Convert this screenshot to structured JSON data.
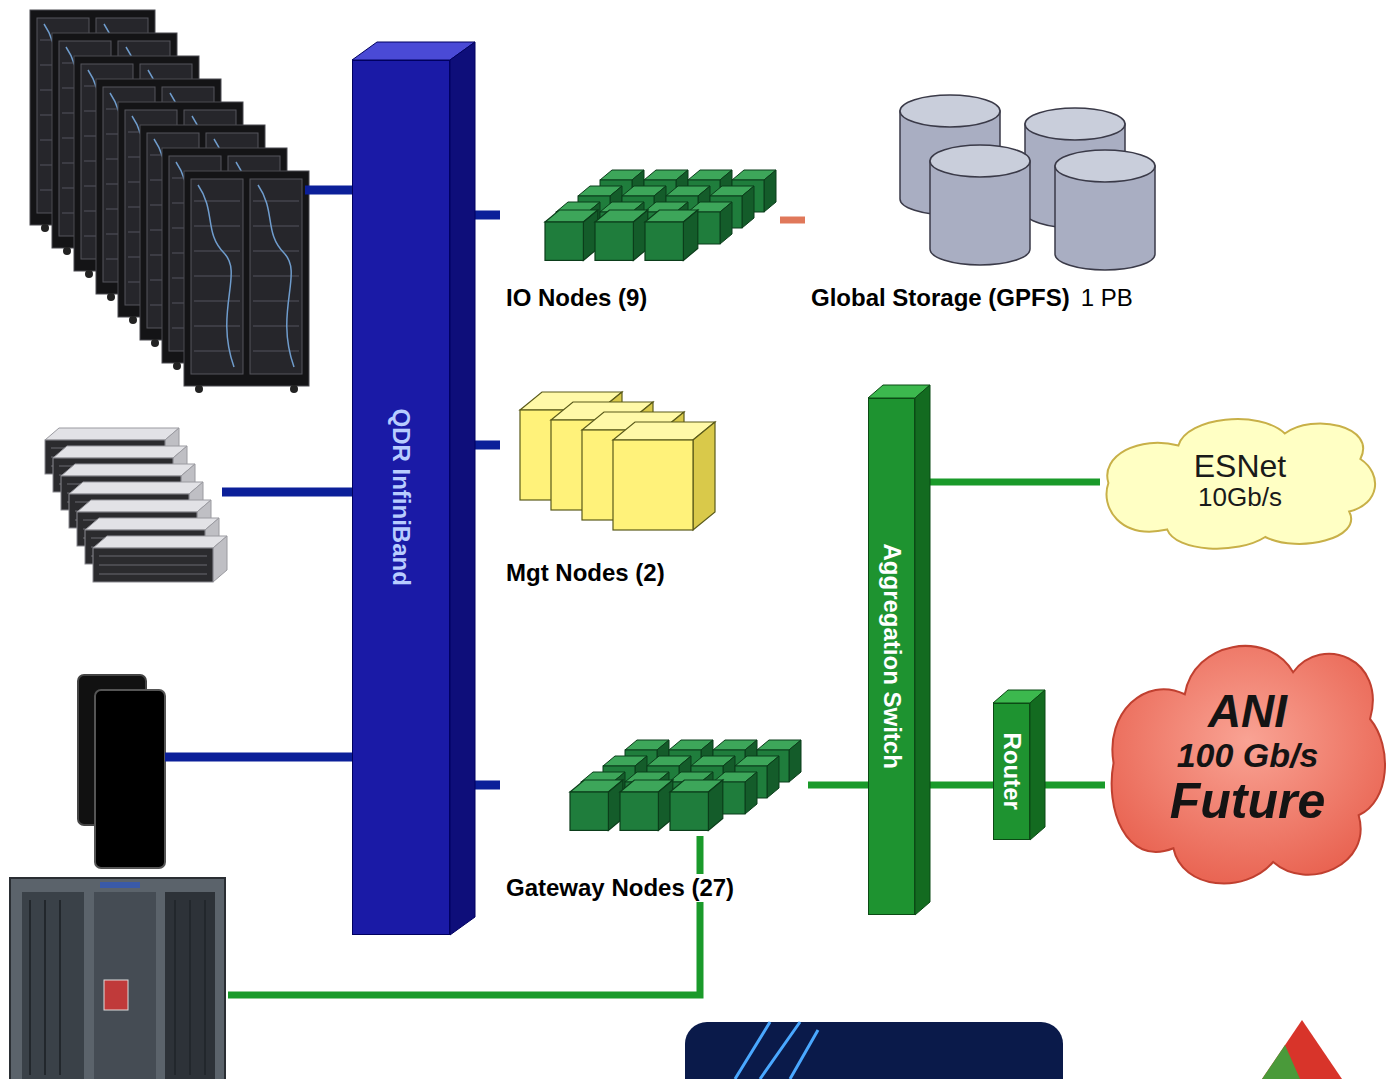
{
  "diagram": {
    "nodes": [
      {
        "text": [
          "QDR InfiniBand"
        ]
      },
      {
        "text": [
          "IO Nodes (9)"
        ]
      },
      {
        "text": [
          "Global Storage (GPFS)",
          "1 PB"
        ]
      },
      {
        "text": [
          "Mgt Nodes (2)"
        ]
      },
      {
        "text": [
          "Aggregation Switch"
        ]
      },
      {
        "text": [
          "ESNet",
          "10Gb/s"
        ]
      },
      {
        "text": [
          "Router"
        ]
      },
      {
        "text": [
          "ANI",
          "100 Gb/s",
          "Future"
        ]
      },
      {
        "text": [
          "Gateway Nodes (27)"
        ]
      }
    ],
    "edges": [
      {
        "from": 0,
        "to": 1,
        "arrow": "none"
      },
      {
        "from": 1,
        "to": 2,
        "arrow": "none"
      },
      {
        "from": 0,
        "to": 3,
        "arrow": "none"
      },
      {
        "from": 0,
        "to": 8,
        "arrow": "none"
      },
      {
        "from": 8,
        "to": 4,
        "arrow": "none"
      },
      {
        "from": 4,
        "to": 5,
        "arrow": "none"
      },
      {
        "from": 4,
        "to": 6,
        "arrow": "none"
      },
      {
        "from": 6,
        "to": 7,
        "arrow": "none"
      }
    ]
  }
}
